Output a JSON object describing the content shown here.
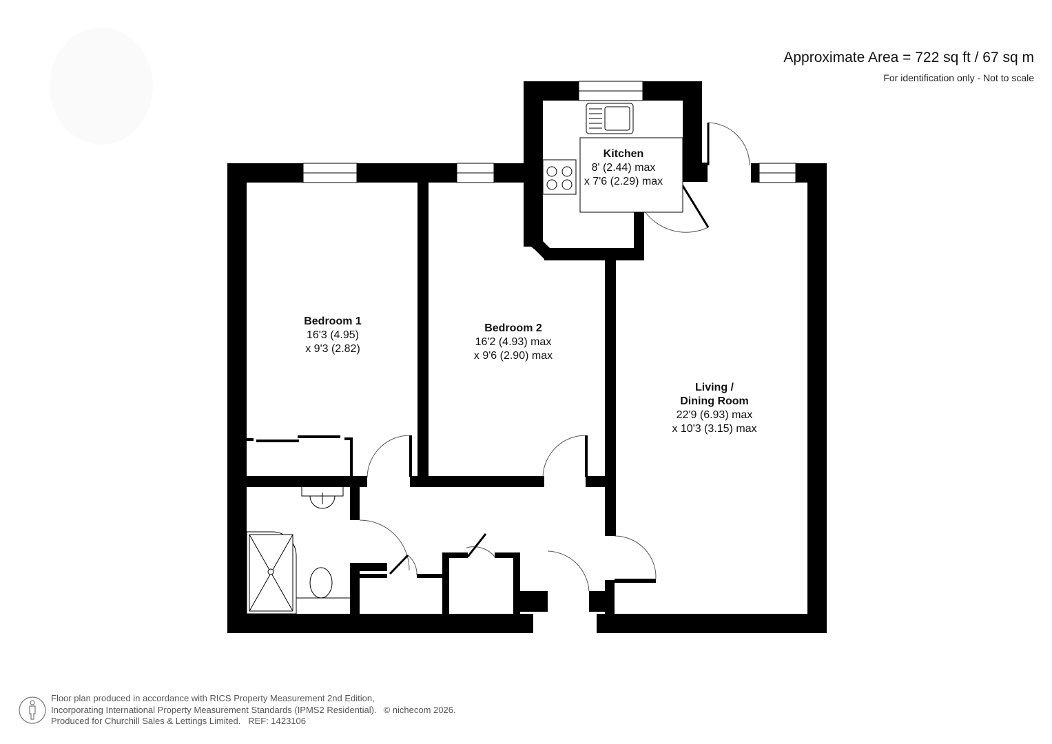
{
  "header": {
    "area": "Approximate Area = 722 sq ft / 67 sq m",
    "disclaimer": "For identification only - Not to scale"
  },
  "rooms": [
    {
      "name": "Kitchen",
      "dim1": "8' (2.44) max",
      "dim2": "x 7'6 (2.29) max"
    },
    {
      "name": "Bedroom 1",
      "dim1": "16'3 (4.95)",
      "dim2": "x 9'3 (2.82)"
    },
    {
      "name": "Bedroom 2",
      "dim1": "16'2 (4.93) max",
      "dim2": "x 9'6 (2.90) max"
    },
    {
      "name_line1": "Living /",
      "name_line2": "Dining Room",
      "dim1": "22'9 (6.93) max",
      "dim2": "x 10'3 (3.15) max"
    }
  ],
  "footer": {
    "line1": "Floor plan produced in accordance with RICS Property Measurement 2nd Edition,",
    "line2": "Incorporating International Property Measurement Standards (IPMS2 Residential).",
    "copyright": "© nichecom 2026.",
    "line3": "Produced for Churchill Sales & Lettings Limited.",
    "ref": "REF: 1423106"
  },
  "colors": {
    "wall": "#000000",
    "background": "#ffffff",
    "footer_text": "#555555"
  }
}
